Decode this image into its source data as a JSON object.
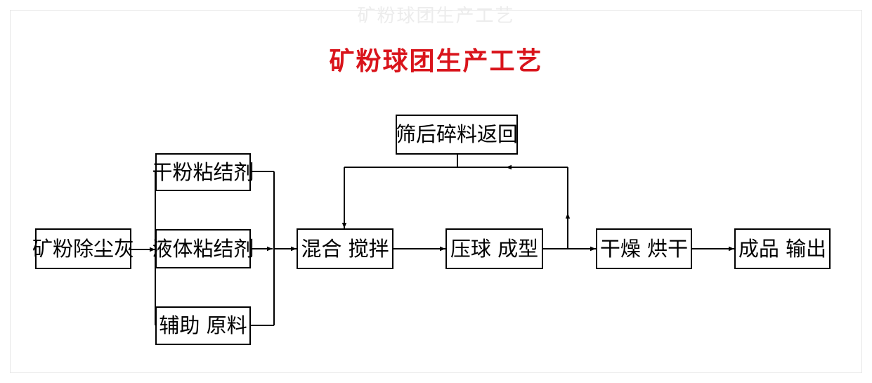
{
  "watermark": "矿粉球团生产工艺",
  "title": "矿粉球团生产工艺",
  "colors": {
    "title": "#d9141b",
    "lines": "#000000",
    "border": "#e6e6e6"
  },
  "nodes": {
    "source": "矿粉除尘灰",
    "dry_binder": "干粉粘结剂",
    "liquid_binder": "液体粘结剂",
    "aux_material": "辅助 原料",
    "mixing": "混合 搅拌",
    "pressing": "压球 成型",
    "drying": "干燥 烘干",
    "output": "成品 输出",
    "recycle": "筛后碎料返回"
  }
}
